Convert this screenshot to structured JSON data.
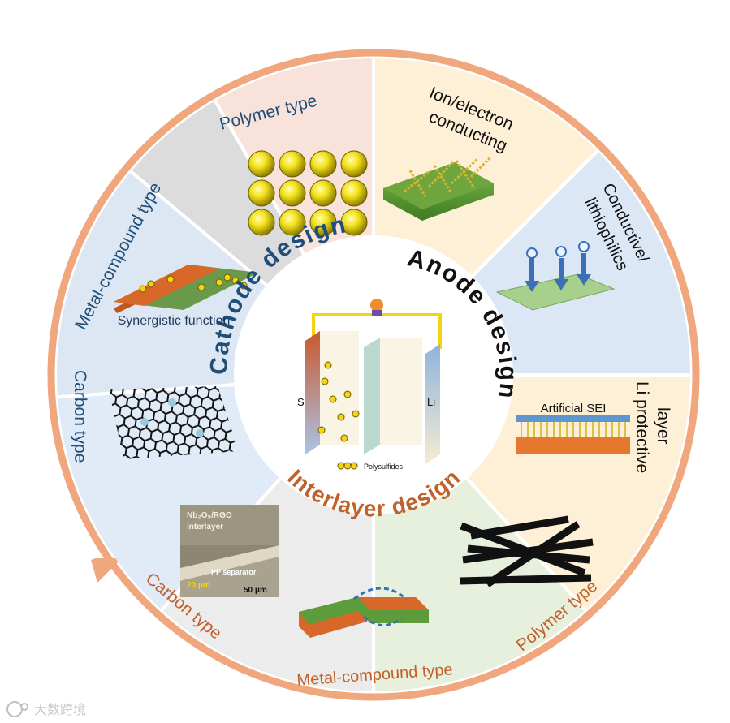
{
  "wheel": {
    "center_labels": {
      "cathode": "Cathode design",
      "anode": "Anode design",
      "interlayer": "Interlayer design"
    },
    "battery": {
      "cathode_symbol": "S",
      "anode_symbol": "Li",
      "legend_label": "Polysulfides"
    },
    "segments": [
      {
        "id": "polymer-cathode",
        "label": "Polymer type",
        "group": "cathode",
        "color": "#fdf0d6"
      },
      {
        "id": "ion-electron",
        "label": "Ion/electron conducting",
        "label_lines": [
          "Ion/electron",
          "conducting"
        ],
        "group": "anode",
        "color": "#dbe7f4"
      },
      {
        "id": "conductive-lithiophilic",
        "label": "Conductive/ lithiophilics",
        "label_lines": [
          "Conductive/",
          "lithiophilics"
        ],
        "group": "anode",
        "color": "#fdf0d6"
      },
      {
        "id": "li-protective",
        "label": "Li protective layer",
        "label_lines": [
          "Li protective",
          "layer"
        ],
        "group": "anode",
        "color": "#e6f0dc",
        "inner_label": "Artificial SEI"
      },
      {
        "id": "polymer-interlayer",
        "label": "Polymer type",
        "group": "interlayer",
        "color": "#ececec"
      },
      {
        "id": "metal-compound-interlayer",
        "label": "Metal-compound type",
        "group": "interlayer",
        "color": "#e1ebf7"
      },
      {
        "id": "carbon-interlayer",
        "label": "Carbon type",
        "group": "interlayer",
        "color": "#dde6f3",
        "micrograph": {
          "material": "Nb₂O₅/RGO",
          "layer": "interlayer",
          "separator": "PP separator",
          "thickness": "20 μm",
          "scale": "50 μm"
        }
      },
      {
        "id": "carbon-cathode",
        "label": "Carbon type",
        "group": "cathode",
        "color": "#dcdcdc"
      },
      {
        "id": "metal-compound-cathode",
        "label": "Metal-compound type",
        "group": "cathode",
        "color": "#f8e2da",
        "inner_label": "Synergistic function"
      }
    ],
    "colors": {
      "ring": "#f0a77e",
      "cathode_text": "#1f4e79",
      "anode_text": "#111111",
      "interlayer_text": "#c0612b"
    }
  },
  "watermark": "大数跨境"
}
